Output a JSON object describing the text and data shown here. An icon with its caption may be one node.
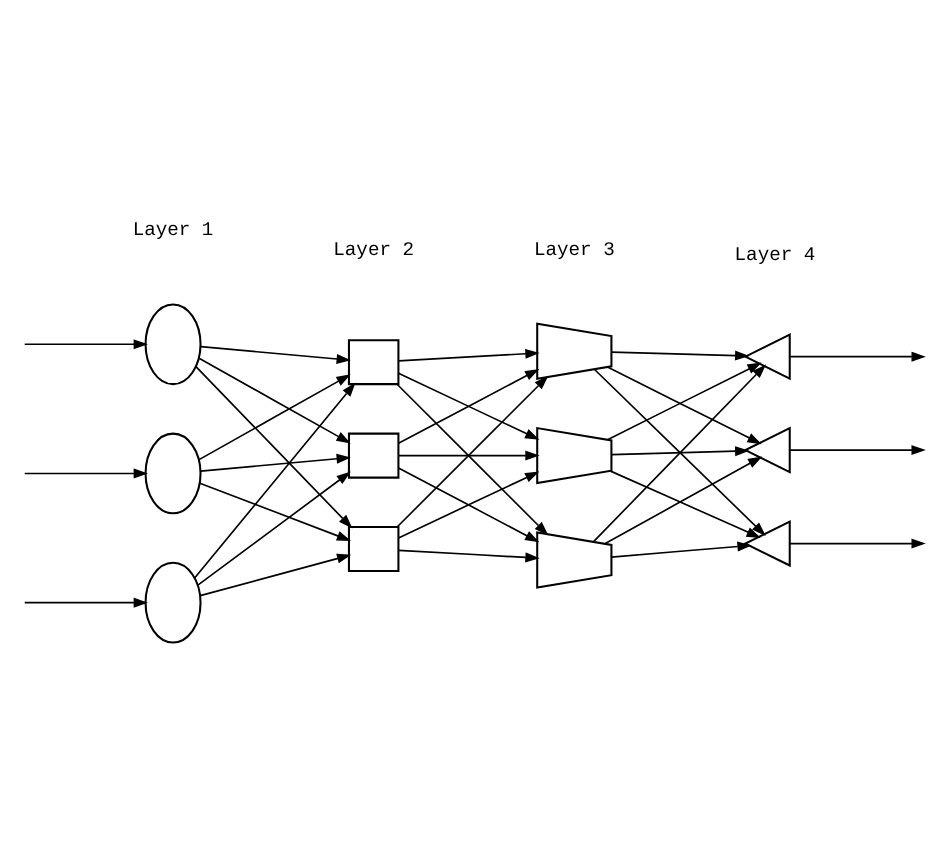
{
  "diagram": {
    "nodes": [
      {
        "text": [],
        "shape": "ellipse"
      },
      {
        "text": [],
        "shape": "ellipse"
      },
      {
        "text": [],
        "shape": "ellipse"
      },
      {
        "text": [],
        "shape": "box"
      },
      {
        "text": [],
        "shape": "box"
      },
      {
        "text": [],
        "shape": "box"
      },
      {
        "text": [],
        "shape": "trapezoid"
      },
      {
        "text": [],
        "shape": "trapezoid"
      },
      {
        "text": [],
        "shape": "trapezoid"
      },
      {
        "text": [],
        "shape": "triangle"
      },
      {
        "text": [],
        "shape": "triangle"
      },
      {
        "text": [],
        "shape": "triangle"
      }
    ],
    "edges": [
      {
        "from": null,
        "to": 0,
        "arrow": "to"
      },
      {
        "from": null,
        "to": 1,
        "arrow": "to"
      },
      {
        "from": null,
        "to": 2,
        "arrow": "to"
      },
      {
        "from": 0,
        "to": 3,
        "arrow": "to"
      },
      {
        "from": 0,
        "to": 4,
        "arrow": "to"
      },
      {
        "from": 0,
        "to": 5,
        "arrow": "to"
      },
      {
        "from": 1,
        "to": 3,
        "arrow": "to"
      },
      {
        "from": 1,
        "to": 4,
        "arrow": "to"
      },
      {
        "from": 1,
        "to": 5,
        "arrow": "to"
      },
      {
        "from": 2,
        "to": 3,
        "arrow": "to"
      },
      {
        "from": 2,
        "to": 4,
        "arrow": "to"
      },
      {
        "from": 2,
        "to": 5,
        "arrow": "to"
      },
      {
        "from": 3,
        "to": 6,
        "arrow": "to"
      },
      {
        "from": 3,
        "to": 7,
        "arrow": "to"
      },
      {
        "from": 3,
        "to": 8,
        "arrow": "to"
      },
      {
        "from": 4,
        "to": 6,
        "arrow": "to"
      },
      {
        "from": 4,
        "to": 7,
        "arrow": "to"
      },
      {
        "from": 4,
        "to": 8,
        "arrow": "to"
      },
      {
        "from": 5,
        "to": 6,
        "arrow": "to"
      },
      {
        "from": 5,
        "to": 7,
        "arrow": "to"
      },
      {
        "from": 5,
        "to": 8,
        "arrow": "to"
      },
      {
        "from": 6,
        "to": 9,
        "arrow": "to"
      },
      {
        "from": 6,
        "to": 10,
        "arrow": "to"
      },
      {
        "from": 6,
        "to": 11,
        "arrow": "to"
      },
      {
        "from": 7,
        "to": 9,
        "arrow": "to"
      },
      {
        "from": 7,
        "to": 10,
        "arrow": "to"
      },
      {
        "from": 7,
        "to": 11,
        "arrow": "to"
      },
      {
        "from": 8,
        "to": 9,
        "arrow": "to"
      },
      {
        "from": 8,
        "to": 10,
        "arrow": "to"
      },
      {
        "from": 8,
        "to": 11,
        "arrow": "to"
      },
      {
        "from": 9,
        "to": null,
        "arrow": "to"
      },
      {
        "from": 10,
        "to": null,
        "arrow": "to"
      },
      {
        "from": 11,
        "to": null,
        "arrow": "to"
      }
    ],
    "labels": [
      "Layer 1",
      "Layer 2",
      "Layer 3",
      "Layer 4"
    ]
  }
}
